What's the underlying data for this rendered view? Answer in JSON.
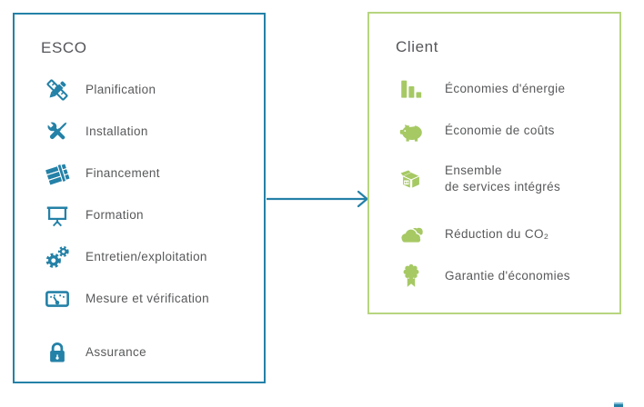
{
  "colors": {
    "esco_accent": "#2481a7",
    "client_accent": "#a6c964",
    "client_border": "#b7d57f",
    "text": "#58595b"
  },
  "esco_box": {
    "title": "ESCO",
    "items": [
      {
        "icon": "pencil-ruler",
        "label": "Planification"
      },
      {
        "icon": "tools",
        "label": "Installation"
      },
      {
        "icon": "banknotes",
        "label": "Financement"
      },
      {
        "icon": "presentation-board",
        "label": "Formation"
      },
      {
        "icon": "gears",
        "label": "Entretien/exploitation"
      },
      {
        "icon": "gauge",
        "label": "Mesure et vérification"
      },
      {
        "icon": "padlock",
        "label": "Assurance",
        "spacing": "lg"
      }
    ]
  },
  "client_box": {
    "title": "Client",
    "items": [
      {
        "icon": "bar-chart",
        "label": "Économies d'énergie"
      },
      {
        "icon": "piggy-bank",
        "label": "Économie de coûts"
      },
      {
        "icon": "package",
        "label": "Ensemble\nde services intégrés",
        "tall": true
      },
      {
        "icon": "cloud",
        "label": "Réduction du CO₂",
        "spacing": "sm"
      },
      {
        "icon": "award-ribbon",
        "label": "Garantie d'économies"
      }
    ]
  },
  "arrow": {
    "from": "ESCO",
    "to": "Client",
    "direction": "right"
  }
}
